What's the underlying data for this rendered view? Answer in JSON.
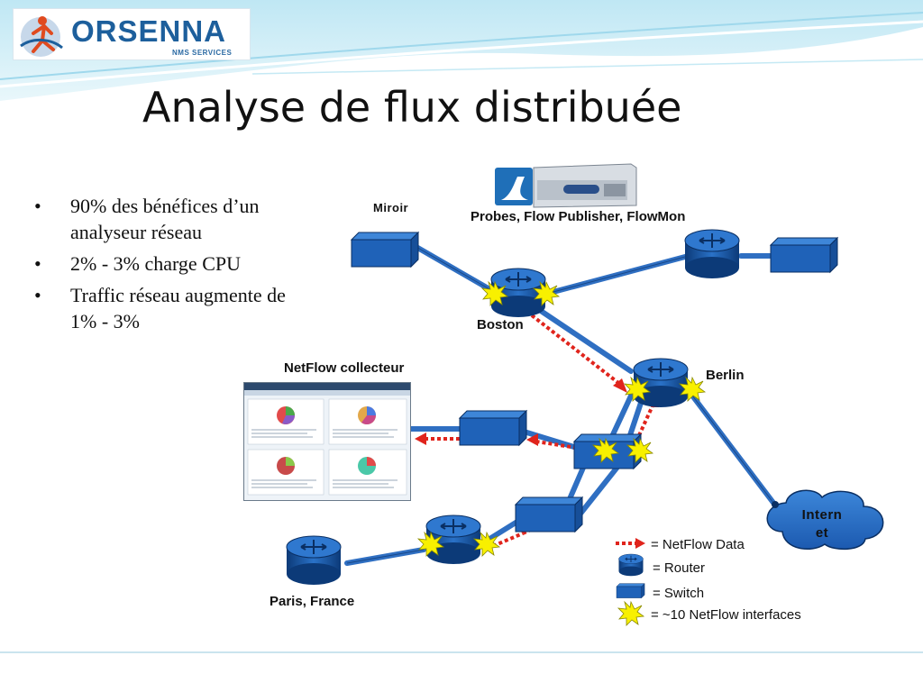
{
  "title": "Analyse de flux distribuée",
  "logo": {
    "brand": "ORSENNA",
    "subtitle": "NMS SERVICES"
  },
  "bullets": [
    "90% des bénéfices d’un analyseur réseau",
    "2% - 3% charge CPU",
    "Traffic réseau augmente de 1% - 3%"
  ],
  "labels": {
    "miroir": "Miroir",
    "probes": "Probes, Flow Publisher, FlowMon",
    "boston": "Boston",
    "berlin": "Berlin",
    "netflow_collecteur": "NetFlow collecteur",
    "paris": "Paris, France",
    "internet_line1": "Intern",
    "internet_line2": "et"
  },
  "legend": {
    "netflow_data": "= NetFlow Data",
    "router": "= Router",
    "switch": "= Switch",
    "interfaces": "= ~10  NetFlow interfaces"
  },
  "colors": {
    "device_blue": "#1f62b8",
    "device_dark": "#0c3a78",
    "link_blue": "#2f6fc2",
    "netflow_red": "#e0241c",
    "burst_yellow": "#f8f000",
    "header_wave": "#8fd3ea"
  }
}
